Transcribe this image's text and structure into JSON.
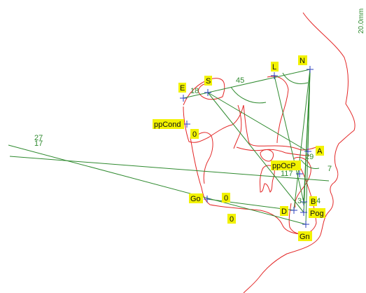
{
  "colors": {
    "soft_tissue": "#e32626",
    "measure_lines": "#2f8a2f",
    "landmark_marker": "#2b3fbf",
    "highlight": "#f2f200"
  },
  "scale_label": "20.0mm",
  "landmarks": [
    {
      "id": "n",
      "label": "N"
    },
    {
      "id": "l",
      "label": "L"
    },
    {
      "id": "s",
      "label": "S"
    },
    {
      "id": "e",
      "label": "E"
    },
    {
      "id": "ppcond",
      "label": "ppCond"
    },
    {
      "id": "a",
      "label": "A"
    },
    {
      "id": "ppocp",
      "label": "ppOcP"
    },
    {
      "id": "go",
      "label": "Go"
    },
    {
      "id": "b",
      "label": "B"
    },
    {
      "id": "pog",
      "label": "Pog"
    },
    {
      "id": "d",
      "label": "D"
    },
    {
      "id": "gn",
      "label": "Gn"
    }
  ],
  "measurements": [
    {
      "id": "m18",
      "value": "18"
    },
    {
      "id": "m45",
      "value": "45"
    },
    {
      "id": "m27",
      "value": "27"
    },
    {
      "id": "m17",
      "value": "17"
    },
    {
      "id": "m29",
      "value": "29"
    },
    {
      "id": "m117",
      "value": "117"
    },
    {
      "id": "m7",
      "value": "7"
    },
    {
      "id": "m31",
      "value": "31"
    },
    {
      "id": "m4",
      "value": "4"
    }
  ],
  "zero_tags": [
    {
      "id": "z1",
      "value": "0"
    },
    {
      "id": "z2",
      "value": "0"
    },
    {
      "id": "z3",
      "value": "0"
    }
  ]
}
